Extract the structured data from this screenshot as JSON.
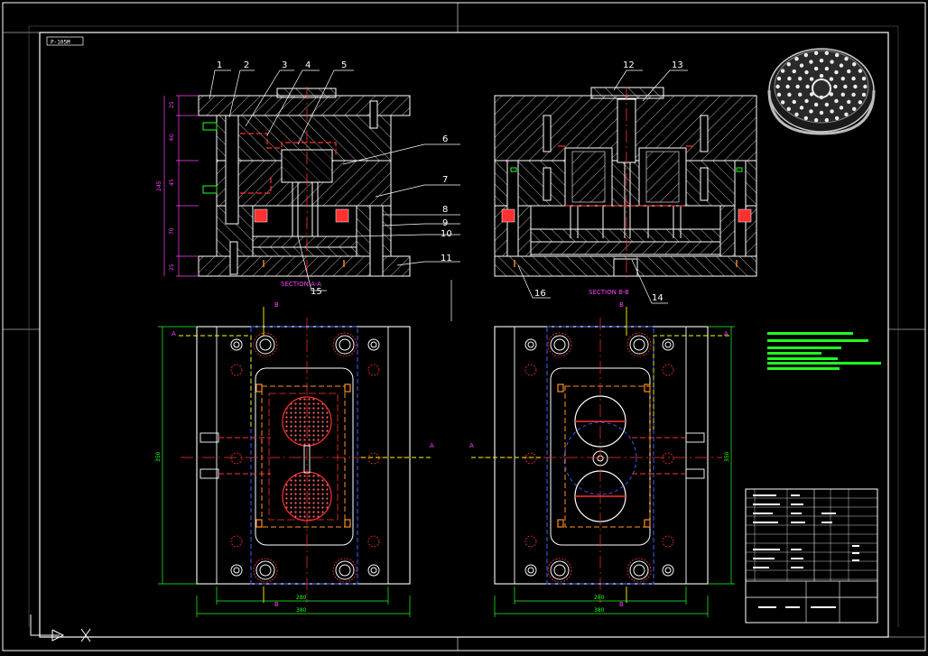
{
  "drawing_code": "P-105M",
  "part_numbers": [
    "1",
    "2",
    "3",
    "4",
    "5",
    "6",
    "7",
    "8",
    "9",
    "10",
    "11",
    "12",
    "13",
    "14",
    "15",
    "16"
  ],
  "section_labels": {
    "a": "SECTION A-A",
    "b": "SECTION B-B"
  },
  "dimensions": {
    "left_vertical": [
      "25",
      "60",
      "45",
      "245",
      "70",
      "25"
    ],
    "plan_height": "350",
    "plan_width_inner": "280",
    "plan_width_outer": "380"
  },
  "cut_markers": {
    "a": "A",
    "b": "B"
  },
  "colors": {
    "outline": "#ffffff",
    "hatch": "#ffffff",
    "red": "#ff2020",
    "yellow": "#ffff00",
    "green": "#20ff20",
    "cyan": "#20c0ff",
    "magenta": "#ff40ff",
    "blue_dash": "#4060ff",
    "orange": "#ff9020",
    "border": "#ffffff"
  },
  "icons": [
    "ucs-axis-icon"
  ]
}
